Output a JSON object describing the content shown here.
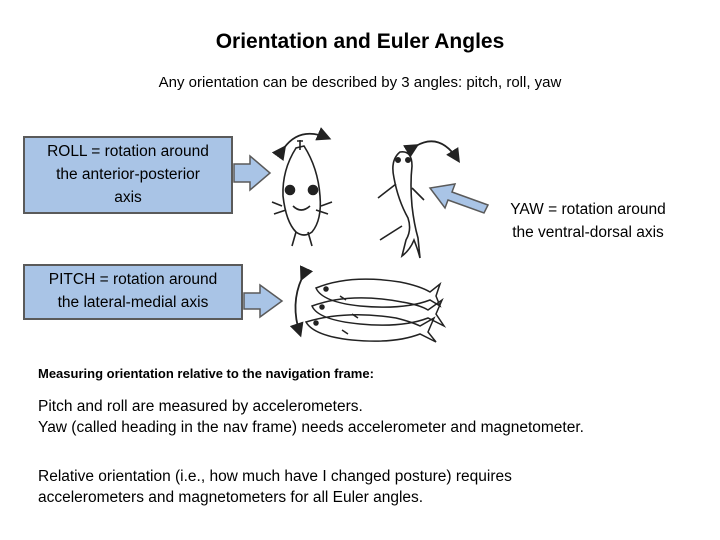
{
  "title": "Orientation and Euler Angles",
  "subtitle": "Any orientation can be described by 3 angles: pitch, roll, yaw",
  "roll": {
    "lines": [
      "ROLL = rotation around",
      "the anterior-posterior",
      "axis"
    ]
  },
  "yaw": {
    "lines": [
      "YAW = rotation around",
      "the ventral-dorsal axis"
    ]
  },
  "pitch": {
    "lines": [
      "PITCH = rotation around",
      "the lateral-medial axis"
    ]
  },
  "section_heading": "Measuring orientation relative to the navigation frame:",
  "paragraph1": {
    "lines": [
      "Pitch and roll are measured by accelerometers.",
      "Yaw (called heading in the nav frame) needs accelerometer and magnetometer."
    ]
  },
  "paragraph2": {
    "lines": [
      "Relative orientation (i.e., how much have I changed posture) requires",
      "accelerometers and magnetometers for all Euler angles."
    ]
  },
  "colors": {
    "box_fill": "#a9c4e6",
    "arrow_fill": "#a9c4e6",
    "box_border": "#5a5a5a"
  },
  "icons": [
    "fish-front-view-icon",
    "fish-top-view-icon",
    "fish-side-view-icon"
  ]
}
